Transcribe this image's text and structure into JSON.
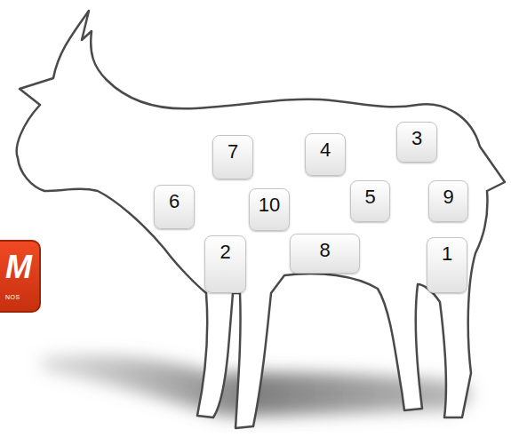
{
  "diagram": {
    "nodes": [
      {
        "text": [
          "7"
        ]
      },
      {
        "text": [
          "4"
        ]
      },
      {
        "text": [
          "3"
        ]
      },
      {
        "text": [
          "6"
        ]
      },
      {
        "text": [
          "10"
        ]
      },
      {
        "text": [
          "5"
        ]
      },
      {
        "text": [
          "9"
        ]
      },
      {
        "text": [
          "2"
        ]
      },
      {
        "text": [
          "8"
        ]
      },
      {
        "text": [
          "1"
        ]
      },
      {
        "text": [
          "M",
          "NOS"
        ]
      }
    ]
  }
}
